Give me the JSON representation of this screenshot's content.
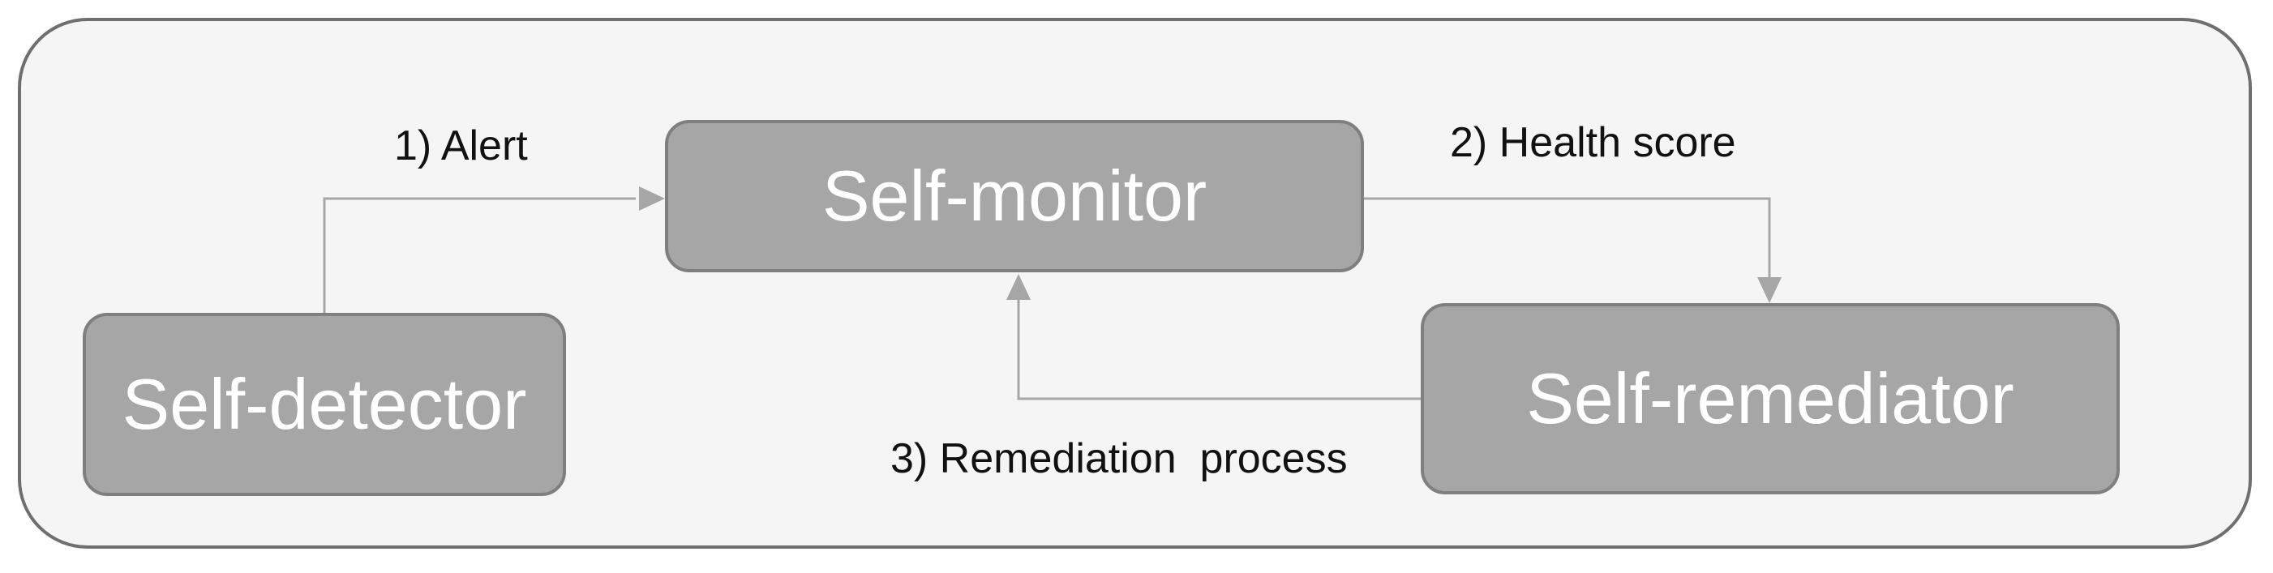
{
  "nodes": {
    "monitor": "Self-monitor",
    "detector": "Self-detector",
    "remediator": "Self-remediator"
  },
  "edges": {
    "alert": "1) Alert",
    "health_score": "2) Health score",
    "remediation": "3) Remediation  process"
  },
  "colors": {
    "frame_fill": "#f5f5f5",
    "frame_border": "#6f6f6f",
    "node_fill": "#a6a6a6",
    "node_border": "#7f7f7f",
    "node_text": "#ffffff",
    "connector": "#a6a6a6",
    "label_text": "#111111"
  }
}
